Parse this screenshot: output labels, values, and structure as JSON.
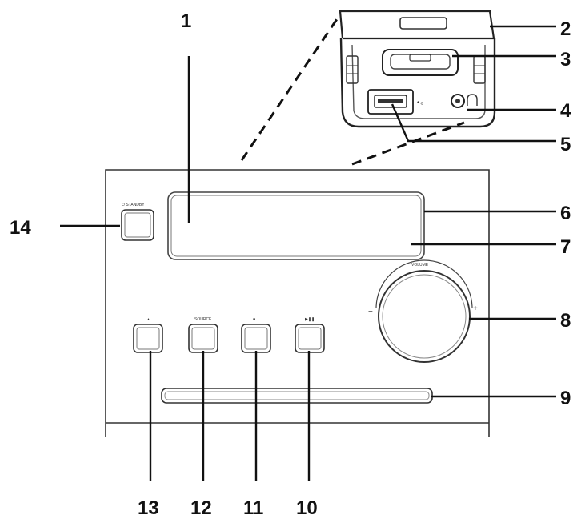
{
  "callouts": [
    {
      "id": "1",
      "text": "1"
    },
    {
      "id": "2",
      "text": "2"
    },
    {
      "id": "3",
      "text": "3"
    },
    {
      "id": "4",
      "text": "4"
    },
    {
      "id": "5",
      "text": "5"
    },
    {
      "id": "6",
      "text": "6"
    },
    {
      "id": "7",
      "text": "7"
    },
    {
      "id": "8",
      "text": "8"
    },
    {
      "id": "9",
      "text": "9"
    },
    {
      "id": "10",
      "text": "10"
    },
    {
      "id": "11",
      "text": "11"
    },
    {
      "id": "12",
      "text": "12"
    },
    {
      "id": "13",
      "text": "13"
    },
    {
      "id": "14",
      "text": "14"
    }
  ],
  "panel_labels": {
    "standby": "⏻ STANDBY",
    "volume": "VOLUME",
    "vol_minus": "−",
    "vol_plus": "+",
    "eject": "▲",
    "source": "SOURCE",
    "stop": "■",
    "play_pause": "▶❚❚",
    "usb_symbol": "•⟜"
  }
}
